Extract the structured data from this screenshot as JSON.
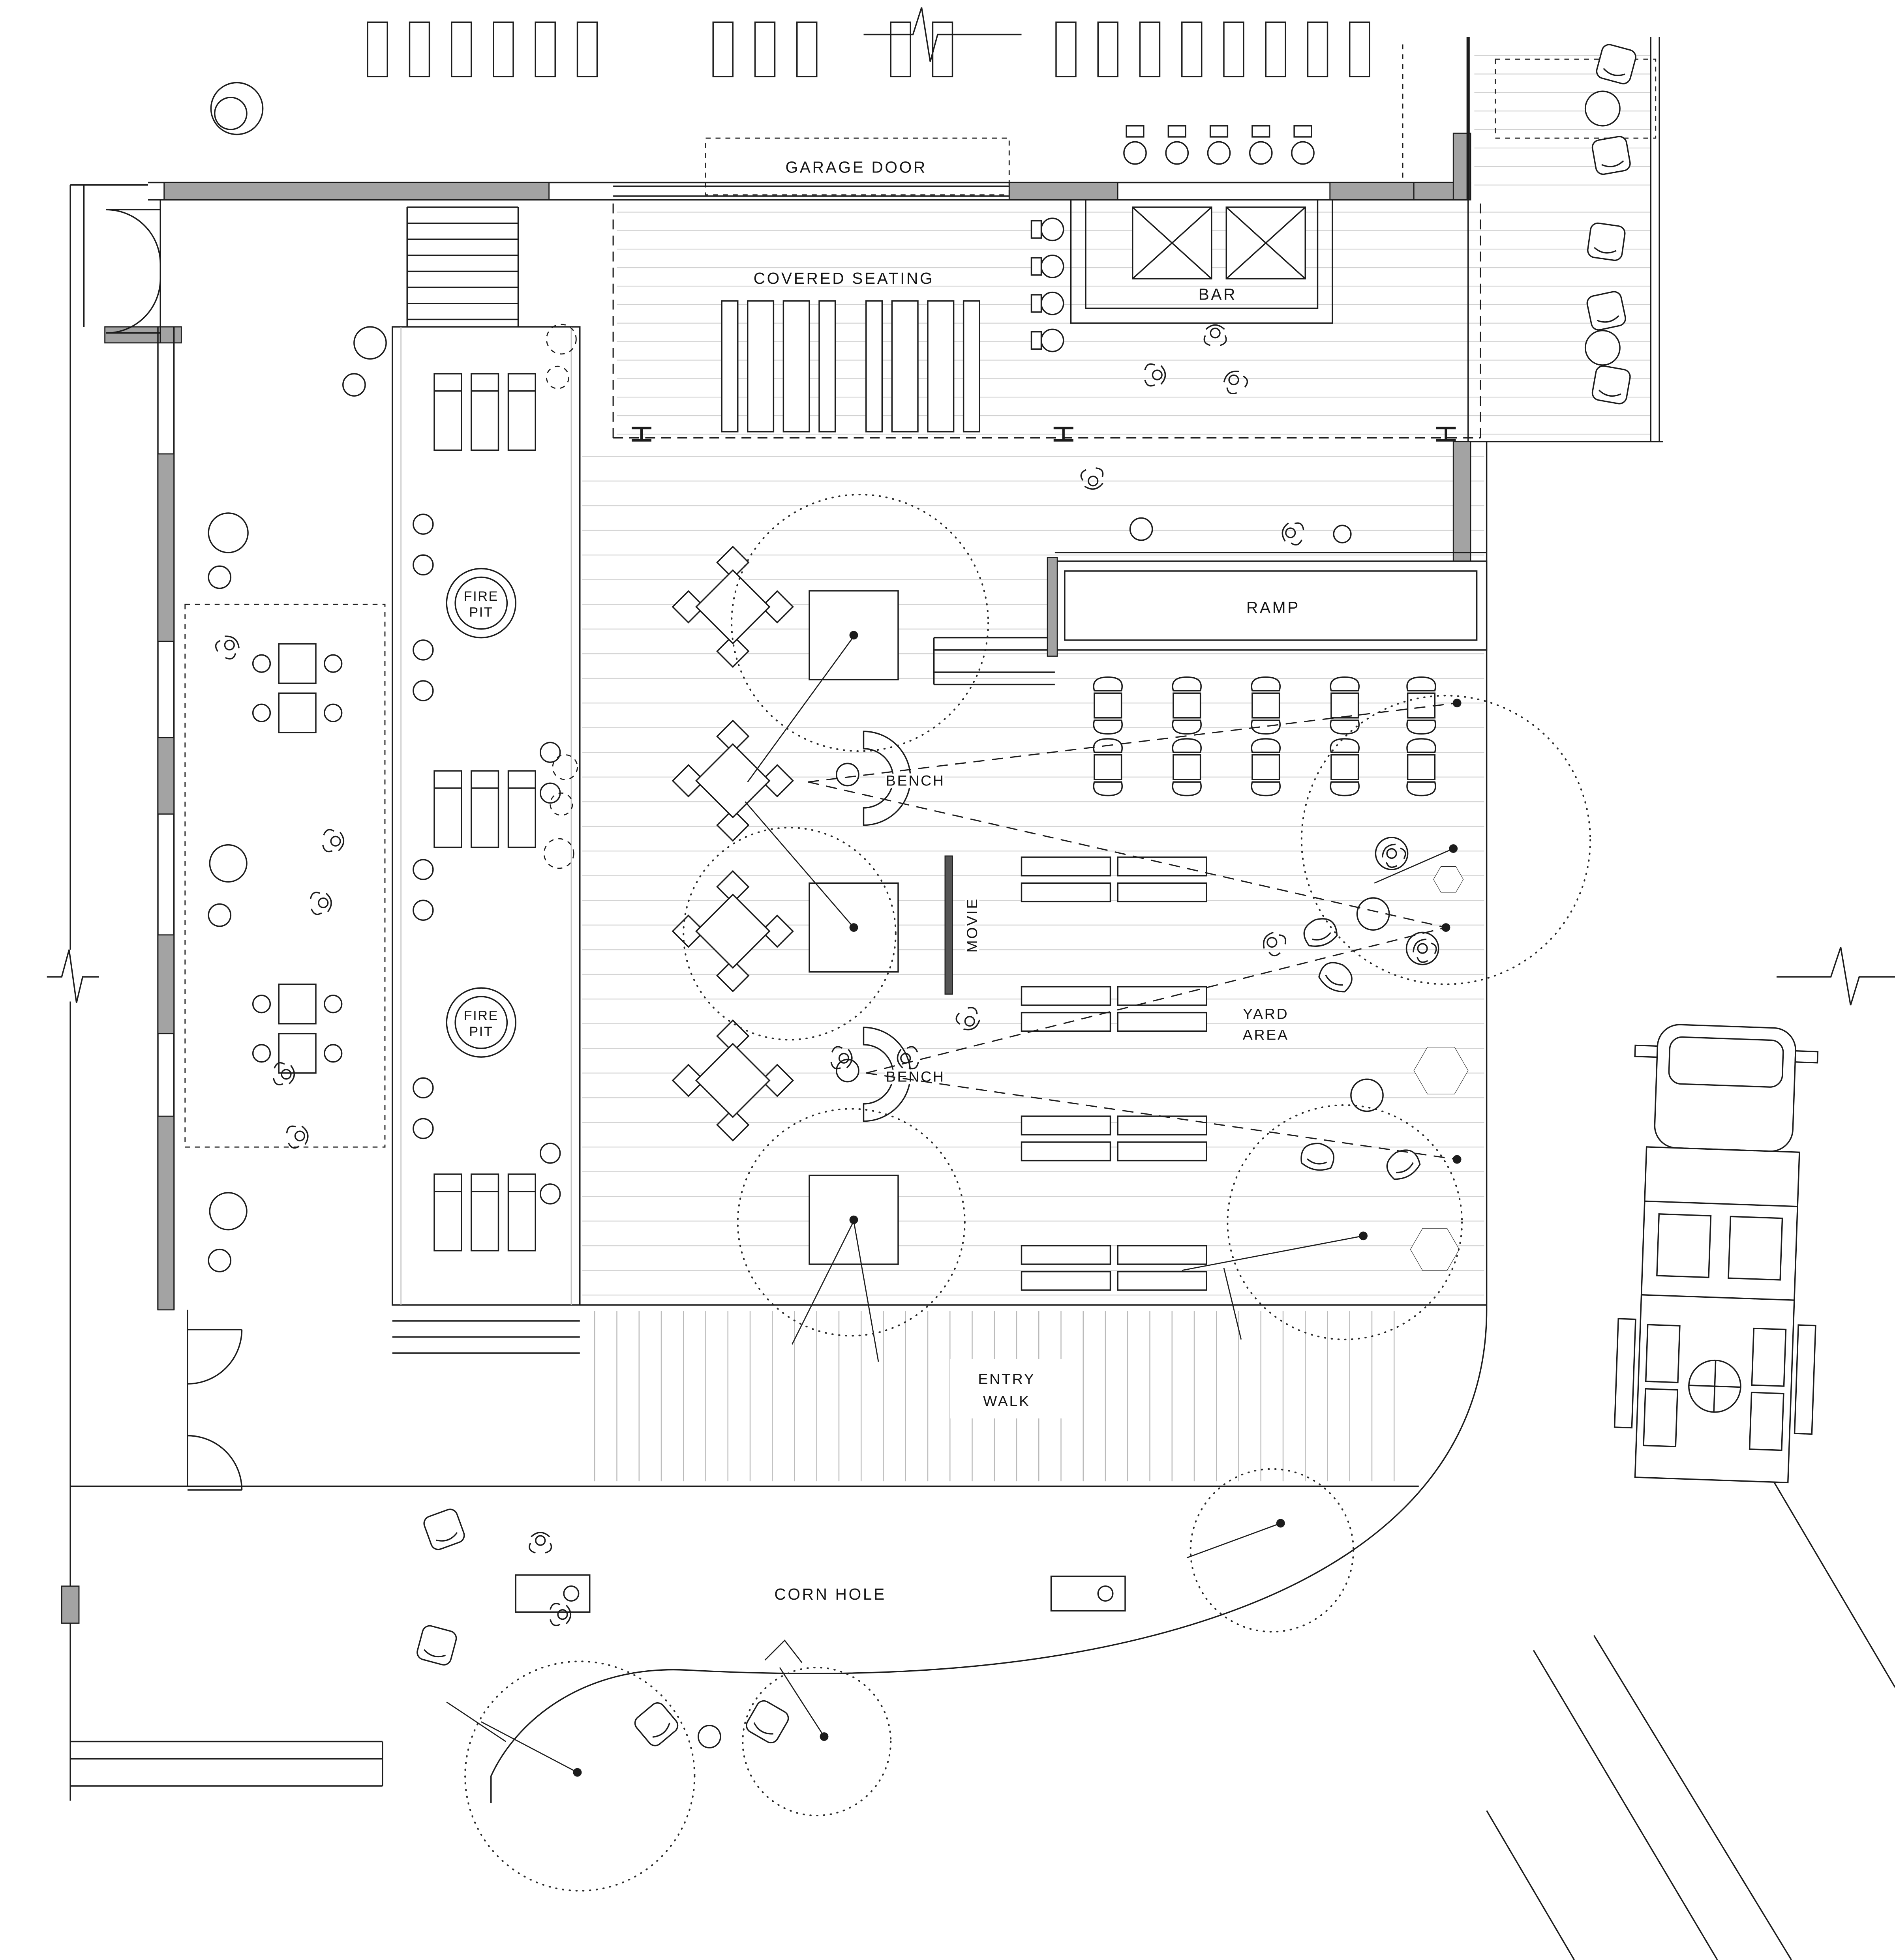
{
  "labels": {
    "garage_door": "GARAGE DOOR",
    "covered_seating": "COVERED SEATING",
    "bar": "BAR",
    "fire_pit": {
      "line1": "FIRE",
      "line2": "PIT"
    },
    "bench": "BENCH",
    "movie": "MOVIE",
    "ramp": "RAMP",
    "yard_area": {
      "line1": "YARD",
      "line2": "AREA"
    },
    "entry_walk": {
      "line1": "ENTRY",
      "line2": "WALK"
    },
    "corn_hole": "CORN HOLE"
  },
  "colors": {
    "background": "#ffffff",
    "linework": "#1c1c1c",
    "wall_fill": "#a3a3a3",
    "plank_lines": "#d2d2d2"
  }
}
